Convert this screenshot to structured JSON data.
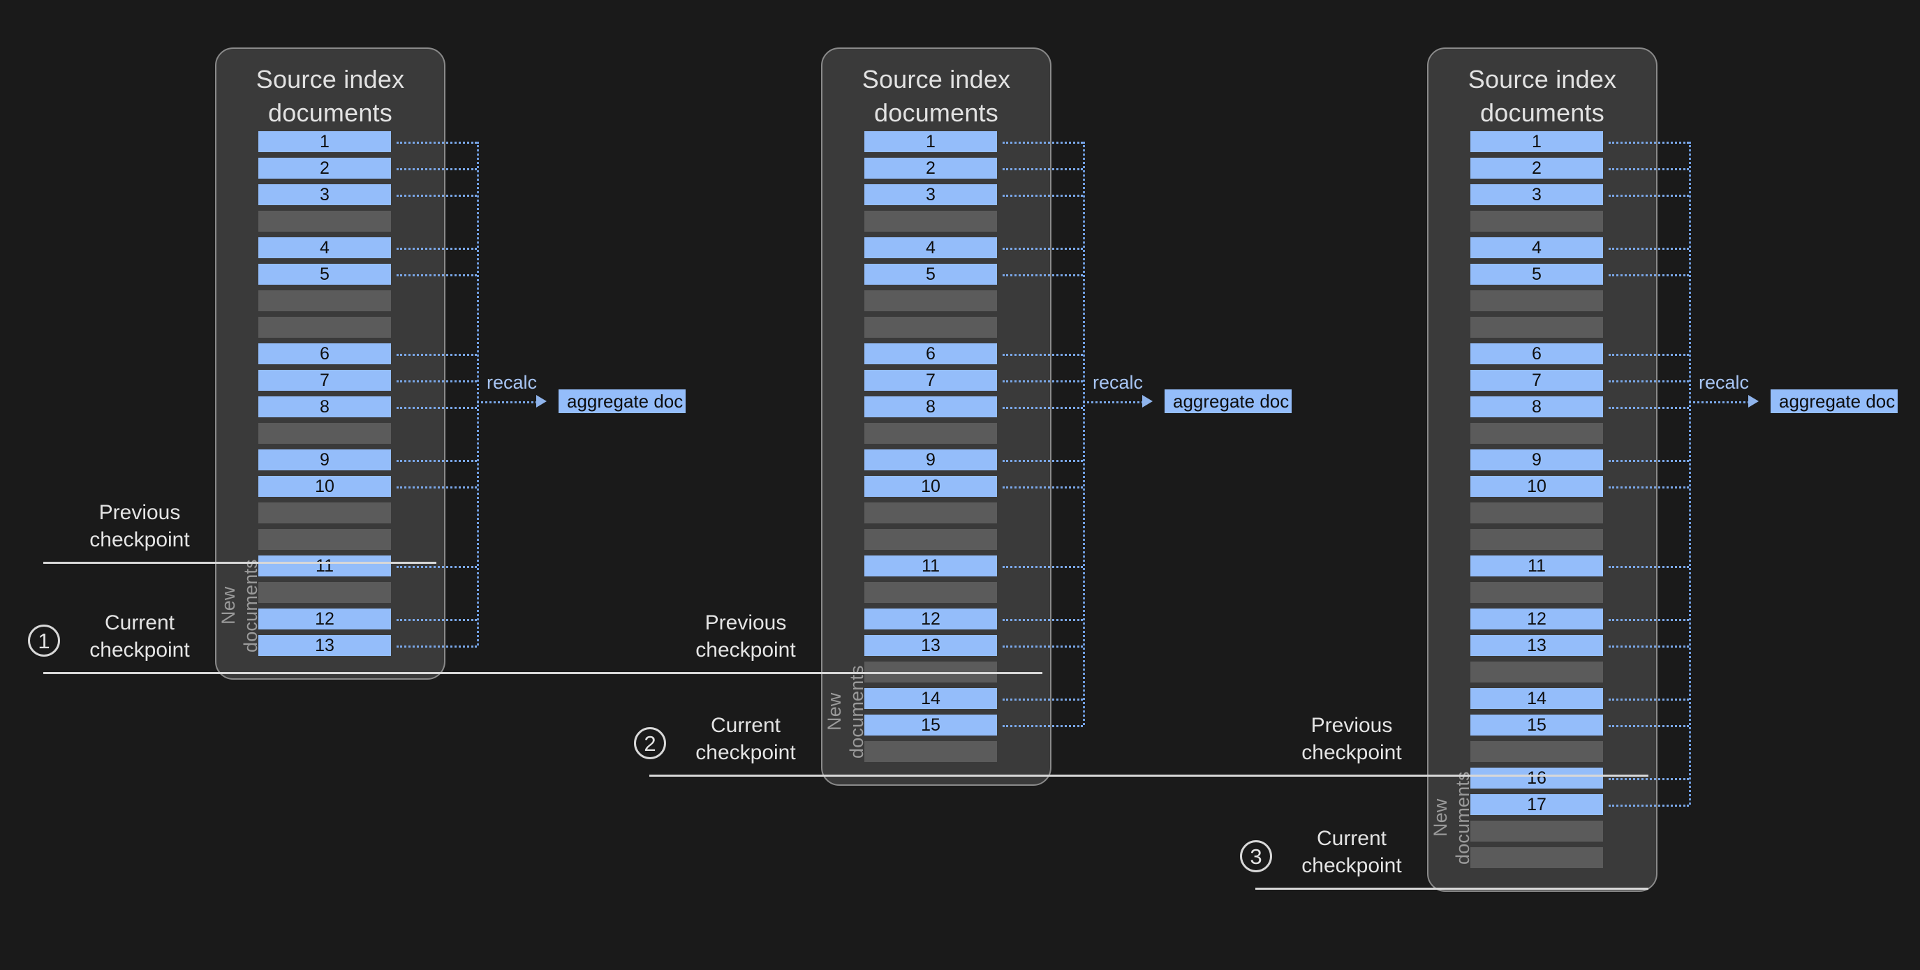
{
  "theme": {
    "page_background": "#1a1a1a",
    "panel_background": "#3a3a3a",
    "panel_border": "#8a8a8a",
    "doc_row_color": "#94bdfa",
    "gap_row_color": "#5b5b5b",
    "connector_color": "#7aa7e8",
    "checkpoint_line_color": "#d8d8d8",
    "text_color": "#e2e2e2"
  },
  "diagram": {
    "title_text": "Source index\ndocuments",
    "new_documents_label": "New\ndocuments",
    "recalc_label": "recalc",
    "aggregate_doc_label": "aggregate doc",
    "previous_checkpoint_label": "Previous\ncheckpoint",
    "current_checkpoint_label": "Current\ncheckpoint"
  },
  "panels": [
    {
      "id": "panel-1",
      "step_number": "1",
      "title": "Source index\ndocuments",
      "recalc_label": "recalc",
      "aggregate_doc_label": "aggregate doc",
      "previous_checkpoint_label": "Previous\ncheckpoint",
      "current_checkpoint_label": "Current\ncheckpoint",
      "new_documents_label": "New\ndocuments",
      "rows": [
        {
          "label": "1",
          "type": "doc"
        },
        {
          "label": "2",
          "type": "doc"
        },
        {
          "label": "3",
          "type": "doc"
        },
        {
          "label": "",
          "type": "gap"
        },
        {
          "label": "4",
          "type": "doc"
        },
        {
          "label": "5",
          "type": "doc"
        },
        {
          "label": "",
          "type": "gap"
        },
        {
          "label": "",
          "type": "gap"
        },
        {
          "label": "6",
          "type": "doc"
        },
        {
          "label": "7",
          "type": "doc"
        },
        {
          "label": "8",
          "type": "doc"
        },
        {
          "label": "",
          "type": "gap"
        },
        {
          "label": "9",
          "type": "doc"
        },
        {
          "label": "10",
          "type": "doc"
        },
        {
          "label": "",
          "type": "gap"
        },
        {
          "label": "",
          "type": "gap"
        },
        {
          "label": "11",
          "type": "doc"
        },
        {
          "label": "",
          "type": "gap"
        },
        {
          "label": "12",
          "type": "doc"
        },
        {
          "label": "13",
          "type": "doc"
        }
      ],
      "new_documents_start_index": 16
    },
    {
      "id": "panel-2",
      "step_number": "2",
      "title": "Source index\ndocuments",
      "recalc_label": "recalc",
      "aggregate_doc_label": "aggregate doc",
      "previous_checkpoint_label": "Previous\ncheckpoint",
      "current_checkpoint_label": "Current\ncheckpoint",
      "new_documents_label": "New\ndocuments",
      "rows": [
        {
          "label": "1",
          "type": "doc"
        },
        {
          "label": "2",
          "type": "doc"
        },
        {
          "label": "3",
          "type": "doc"
        },
        {
          "label": "",
          "type": "gap"
        },
        {
          "label": "4",
          "type": "doc"
        },
        {
          "label": "5",
          "type": "doc"
        },
        {
          "label": "",
          "type": "gap"
        },
        {
          "label": "",
          "type": "gap"
        },
        {
          "label": "6",
          "type": "doc"
        },
        {
          "label": "7",
          "type": "doc"
        },
        {
          "label": "8",
          "type": "doc"
        },
        {
          "label": "",
          "type": "gap"
        },
        {
          "label": "9",
          "type": "doc"
        },
        {
          "label": "10",
          "type": "doc"
        },
        {
          "label": "",
          "type": "gap"
        },
        {
          "label": "",
          "type": "gap"
        },
        {
          "label": "11",
          "type": "doc"
        },
        {
          "label": "",
          "type": "gap"
        },
        {
          "label": "12",
          "type": "doc"
        },
        {
          "label": "13",
          "type": "doc"
        },
        {
          "label": "",
          "type": "gap"
        },
        {
          "label": "14",
          "type": "doc"
        },
        {
          "label": "15",
          "type": "doc"
        },
        {
          "label": "",
          "type": "gap"
        }
      ],
      "new_documents_start_index": 20
    },
    {
      "id": "panel-3",
      "step_number": "3",
      "title": "Source index\ndocuments",
      "recalc_label": "recalc",
      "aggregate_doc_label": "aggregate doc",
      "previous_checkpoint_label": "Previous\ncheckpoint",
      "current_checkpoint_label": "Current\ncheckpoint",
      "new_documents_label": "New\ndocuments",
      "rows": [
        {
          "label": "1",
          "type": "doc"
        },
        {
          "label": "2",
          "type": "doc"
        },
        {
          "label": "3",
          "type": "doc"
        },
        {
          "label": "",
          "type": "gap"
        },
        {
          "label": "4",
          "type": "doc"
        },
        {
          "label": "5",
          "type": "doc"
        },
        {
          "label": "",
          "type": "gap"
        },
        {
          "label": "",
          "type": "gap"
        },
        {
          "label": "6",
          "type": "doc"
        },
        {
          "label": "7",
          "type": "doc"
        },
        {
          "label": "8",
          "type": "doc"
        },
        {
          "label": "",
          "type": "gap"
        },
        {
          "label": "9",
          "type": "doc"
        },
        {
          "label": "10",
          "type": "doc"
        },
        {
          "label": "",
          "type": "gap"
        },
        {
          "label": "",
          "type": "gap"
        },
        {
          "label": "11",
          "type": "doc"
        },
        {
          "label": "",
          "type": "gap"
        },
        {
          "label": "12",
          "type": "doc"
        },
        {
          "label": "13",
          "type": "doc"
        },
        {
          "label": "",
          "type": "gap"
        },
        {
          "label": "14",
          "type": "doc"
        },
        {
          "label": "15",
          "type": "doc"
        },
        {
          "label": "",
          "type": "gap"
        },
        {
          "label": "16",
          "type": "doc"
        },
        {
          "label": "17",
          "type": "doc"
        },
        {
          "label": "",
          "type": "gap"
        },
        {
          "label": "",
          "type": "gap"
        }
      ],
      "new_documents_start_index": 24
    }
  ]
}
